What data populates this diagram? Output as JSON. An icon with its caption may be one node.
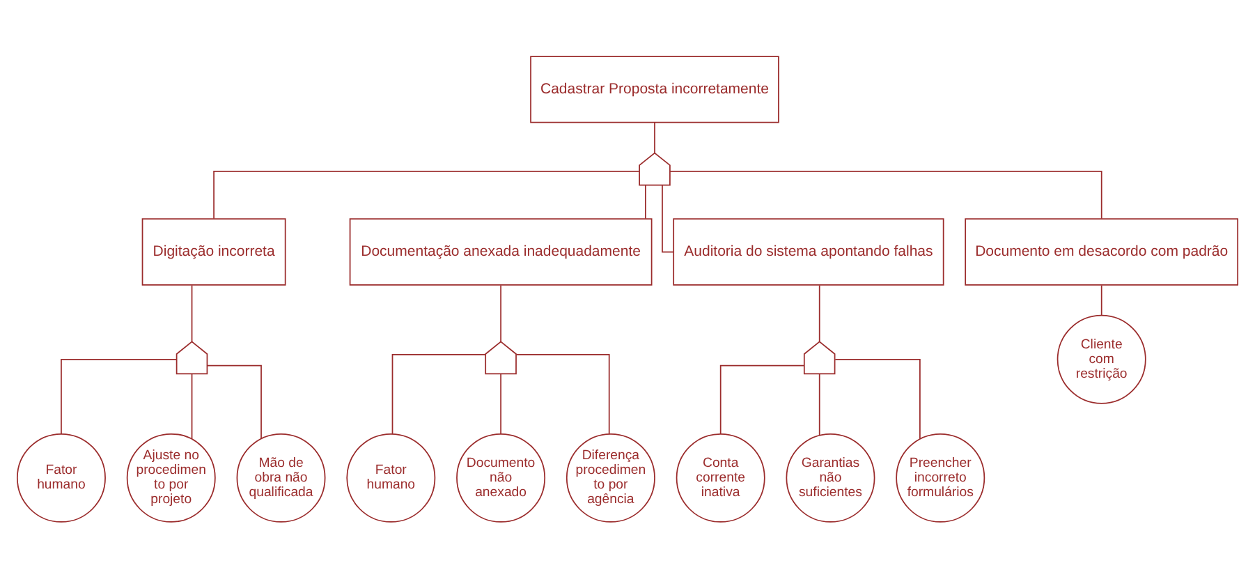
{
  "diagram": {
    "nodes": [
      {
        "text": [
          "Cadastrar Proposta incorretamente"
        ]
      },
      {
        "text": [],
        "shape": "gate"
      },
      {
        "text": [
          "Digitação incorreta"
        ]
      },
      {
        "text": [
          "Documentação anexada inadequadamente"
        ]
      },
      {
        "text": [
          "Auditoria do sistema apontando falhas"
        ]
      },
      {
        "text": [
          "Documento em desacordo com padrão"
        ]
      },
      {
        "text": [],
        "shape": "gate"
      },
      {
        "text": [],
        "shape": "gate"
      },
      {
        "text": [],
        "shape": "gate"
      },
      {
        "text": [
          "Fator humano"
        ]
      },
      {
        "text": [
          "Ajuste no procedimen to por projeto"
        ]
      },
      {
        "text": [
          "Mão de obra não qualificada"
        ]
      },
      {
        "text": [
          "Fator humano"
        ]
      },
      {
        "text": [
          "Documento não anexado"
        ]
      },
      {
        "text": [
          "Diferença procedimen to por agência"
        ]
      },
      {
        "text": [
          "Conta corrente inativa"
        ]
      },
      {
        "text": [
          "Garantias não suficientes"
        ]
      },
      {
        "text": [
          "Preencher incorreto formulários"
        ]
      },
      {
        "text": [
          "Cliente com restrição"
        ]
      }
    ],
    "edges": [
      {
        "from": 0,
        "to": 1,
        "arrow": "none"
      },
      {
        "from": 1,
        "to": 2,
        "arrow": "none"
      },
      {
        "from": 1,
        "to": 3,
        "arrow": "none"
      },
      {
        "from": 1,
        "to": 4,
        "arrow": "none"
      },
      {
        "from": 1,
        "to": 5,
        "arrow": "none"
      },
      {
        "from": 2,
        "to": 6,
        "arrow": "none"
      },
      {
        "from": 3,
        "to": 7,
        "arrow": "none"
      },
      {
        "from": 4,
        "to": 8,
        "arrow": "none"
      },
      {
        "from": 6,
        "to": 9,
        "arrow": "none"
      },
      {
        "from": 6,
        "to": 10,
        "arrow": "none"
      },
      {
        "from": 6,
        "to": 11,
        "arrow": "none"
      },
      {
        "from": 7,
        "to": 12,
        "arrow": "none"
      },
      {
        "from": 7,
        "to": 13,
        "arrow": "none"
      },
      {
        "from": 7,
        "to": 14,
        "arrow": "none"
      },
      {
        "from": 8,
        "to": 15,
        "arrow": "none"
      },
      {
        "from": 8,
        "to": 16,
        "arrow": "none"
      },
      {
        "from": 8,
        "to": 17,
        "arrow": "none"
      },
      {
        "from": 5,
        "to": 18,
        "arrow": "none"
      }
    ]
  }
}
